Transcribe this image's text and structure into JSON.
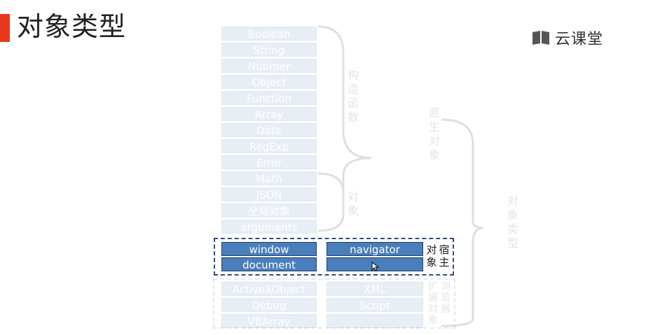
{
  "title": "对象类型",
  "brand": {
    "name": "云课堂"
  },
  "constructor_items": [
    "Boolean",
    "String",
    "Nubmer",
    "Object",
    "Function",
    "Array",
    "Date",
    "RegExp",
    "Error"
  ],
  "object_items": [
    "Math",
    "JSON",
    "全局对象",
    "arguments"
  ],
  "labels": {
    "constructor_group": "构造函数",
    "object_group": "对象",
    "native_group": "原生对象",
    "type_group": "对象类型",
    "host_group_col1": "对象",
    "host_group_col2": "宿主",
    "browser_ext_col1": "扩展对象",
    "browser_ext_col2": "浏览器"
  },
  "host_items": {
    "left": [
      "window",
      "document"
    ],
    "right": [
      "navigator",
      ""
    ]
  },
  "browser_items": {
    "left": [
      "ActiveXObject",
      "Debug",
      "VBArray"
    ],
    "right": [
      "XML",
      "Script",
      ""
    ]
  },
  "colors": {
    "accent": "#e8381c",
    "box": "#4a7ebb",
    "box_border": "#1f3f74",
    "dashed": "#334d7a"
  }
}
